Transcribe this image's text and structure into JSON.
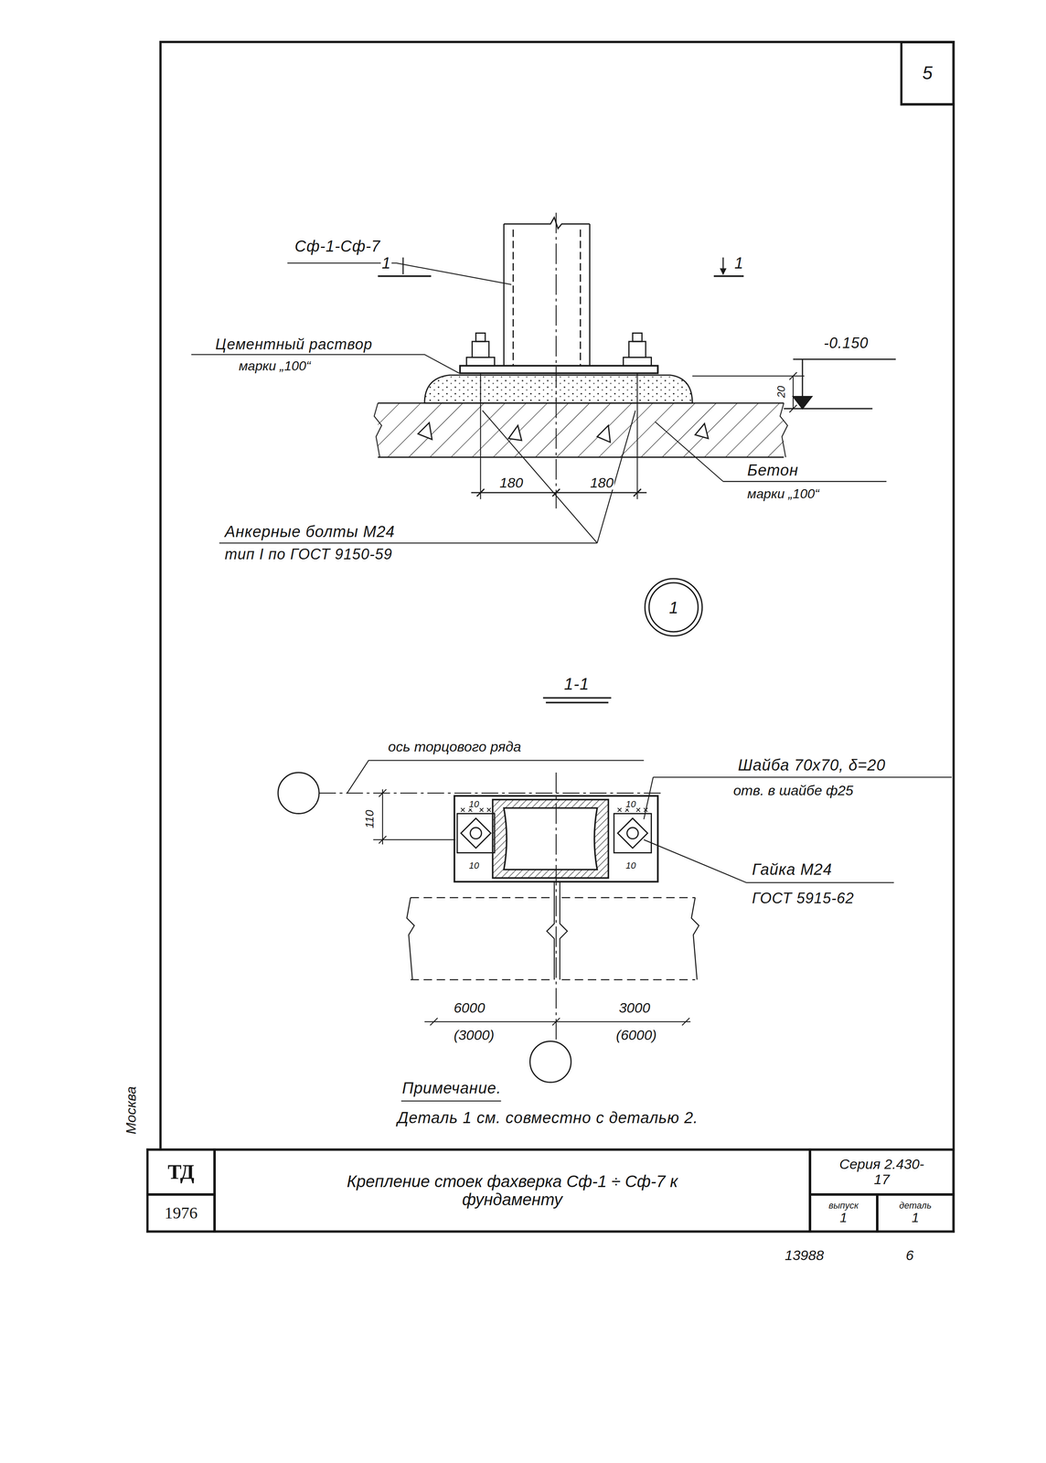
{
  "diagram": {
    "nodes": [
      {
        "text": [
          "5"
        ]
      },
      {
        "text": [
          "1"
        ]
      },
      {
        "text": [
          "ТД"
        ]
      },
      {
        "text": [
          "Крепление стоек фахверка Сф-1 ÷ Сф-7 к фундаменту"
        ]
      },
      {
        "text": [
          "Серия 2.430-17"
        ]
      },
      {
        "text": [
          "1976"
        ]
      },
      {
        "text": [
          "выпуск",
          "1"
        ]
      },
      {
        "text": [
          "деталь",
          "1"
        ]
      }
    ],
    "labels": [
      "Сф-1-Сф-7",
      "1",
      "1",
      "Цементный раствор",
      "марки „100“",
      "-0.150",
      "20",
      "180",
      "180",
      "Бетон",
      "марки „100“",
      "Анкерные болты М24",
      "тип I по ГОСТ 9150-59",
      "1-1",
      "ось торцового ряда",
      "110",
      "10",
      "10",
      "10",
      "10",
      "Шайба 70х70, δ=20",
      "отв. в шайбе ф25",
      "Гайка М24",
      "ГОСТ 5915-62",
      "6000",
      "3000",
      "(3000)",
      "(6000)",
      "Примечание.",
      "Деталь 1 см. совместно с деталью 2.",
      "Москва",
      "13988",
      "6"
    ]
  }
}
